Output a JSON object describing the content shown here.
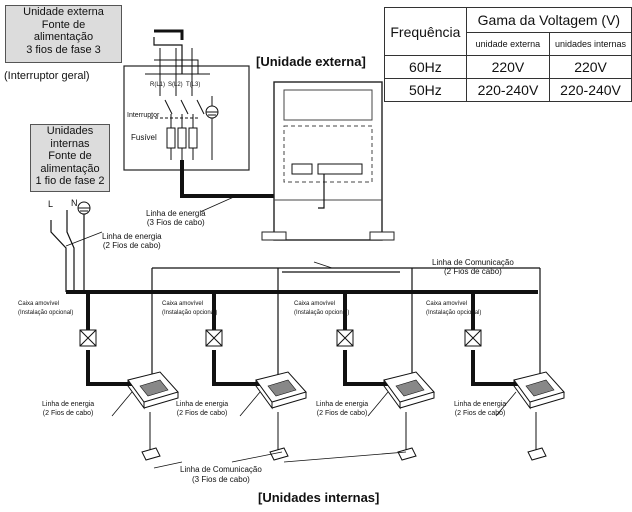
{
  "outdoor_supply": {
    "line1": "Unidade externa",
    "line2": "Fonte de",
    "line3": "alimentação",
    "line4": "3 fios de fase 3",
    "switch_caption": "(Interruptor geral)"
  },
  "indoor_supply": {
    "line1": "Unidades",
    "line2": "internas",
    "line3": "Fonte de",
    "line4": "alimentação",
    "line5": "1 fio de fase 2"
  },
  "outdoor_title": "[Unidade externa]",
  "indoor_title": "[Unidades internas]",
  "table": {
    "col_freq": "Frequência",
    "col_range": "Gama da Voltagem (V)",
    "sub_outdoor": "unidade externa",
    "sub_indoor": "unidades internas",
    "rows": [
      {
        "freq": "60Hz",
        "outdoor": "220V",
        "indoor": "220V"
      },
      {
        "freq": "50Hz",
        "outdoor": "220-240V",
        "indoor": "220-240V"
      }
    ]
  },
  "panel": {
    "r": "R(L1)",
    "s": "S(L2)",
    "t": "T(L3)",
    "switch": "Interruptor",
    "fuse": "Fusível"
  },
  "terminals": {
    "l": "L",
    "n": "N"
  },
  "labels": {
    "power3_a": "Linha de energia",
    "power3_b": "(3 Fios de cabo)",
    "power2_a": "Linha de energia",
    "power2_b": "(2 Fios de cabo)",
    "comm2_a": "Linha de Comunicação",
    "comm2_b": "(2 Fios de cabo)",
    "box_a": "Caixa amovível",
    "box_b": "(Instalação opcional)",
    "unit_power_a": "Linha de energia",
    "unit_power_b": "(2 Fios de cabo)",
    "comm3_a": "Linha de Comunicação",
    "comm3_b": "(3 Fios de cabo)"
  },
  "colors": {
    "panel_fill": "#dcdcdc",
    "line": "#111111"
  }
}
